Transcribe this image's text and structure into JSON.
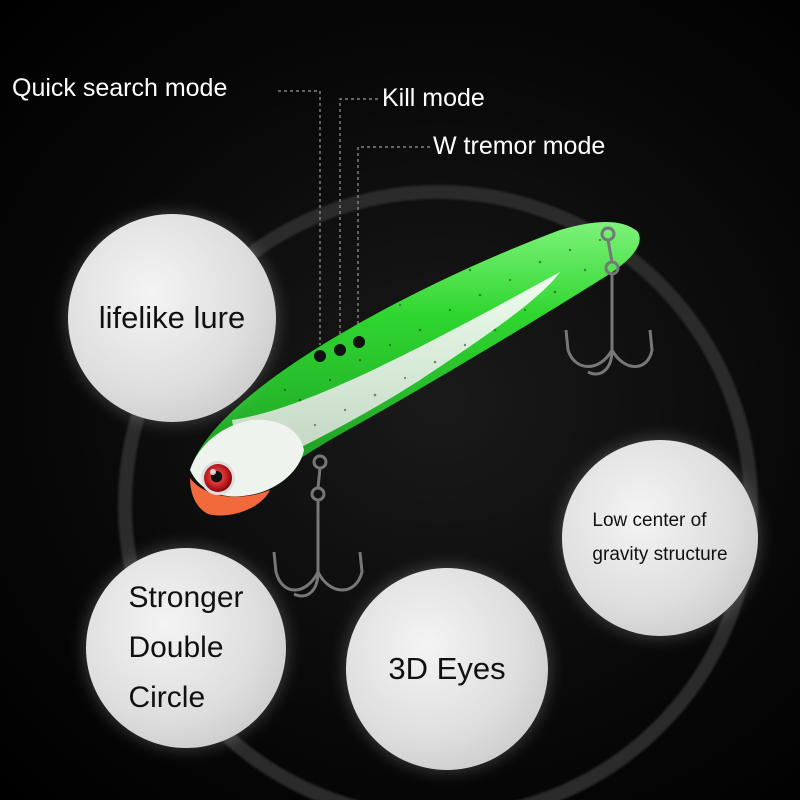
{
  "callouts": {
    "quick_search": "Quick search mode",
    "kill": "Kill mode",
    "w_tremor": "W tremor mode"
  },
  "features": {
    "lifelike": "lifelike lure",
    "stronger_lines": [
      "Stronger",
      "Double",
      "Circle"
    ],
    "eyes": "3D Eyes",
    "gravity_lines": [
      "Low center of",
      "gravity structure"
    ]
  },
  "colors": {
    "background": "#000000",
    "lure_green": "#2fd62f",
    "lure_belly": "#f2f7f2",
    "lure_chin": "#f26a3c",
    "eye_red": "#c0131b",
    "bubble": "#e2e2e2"
  }
}
